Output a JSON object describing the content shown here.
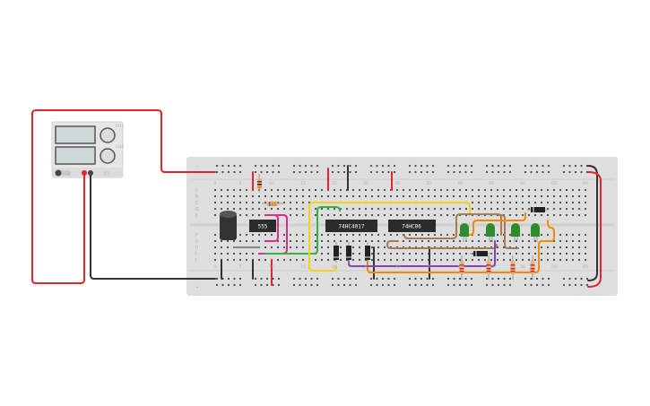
{
  "canvas": {
    "background": "#ffffff"
  },
  "power_supply": {
    "switch_label": "ON",
    "brand": "TCE",
    "knob1_label": "CH1",
    "knob2_label": "CH2"
  },
  "breadboard": {
    "row_labels_top": [
      "A",
      "B",
      "C",
      "D",
      "E"
    ],
    "row_labels_bottom": [
      "F",
      "G",
      "H",
      "I",
      "J"
    ],
    "column_numbers": [
      "1",
      "5",
      "10",
      "15",
      "20",
      "25",
      "30",
      "35",
      "40",
      "45",
      "50",
      "55",
      "60"
    ],
    "rail_minus": "−",
    "rail_plus": "+"
  },
  "chips": [
    {
      "label": "555"
    },
    {
      "label": "74HC4017"
    },
    {
      "label": "74HC86"
    }
  ],
  "colors": {
    "red_wire": "#e0262c",
    "black_wire": "#333333",
    "yellow_wire": "#f2d21b",
    "green_wire": "#3cb043",
    "magenta_wire": "#d4318f",
    "brown_wire": "#a67c52",
    "orange_wire": "#f08c00",
    "purple_wire": "#8c3fb0",
    "led": "#2e8b2e",
    "breadboard": "#dedede"
  }
}
